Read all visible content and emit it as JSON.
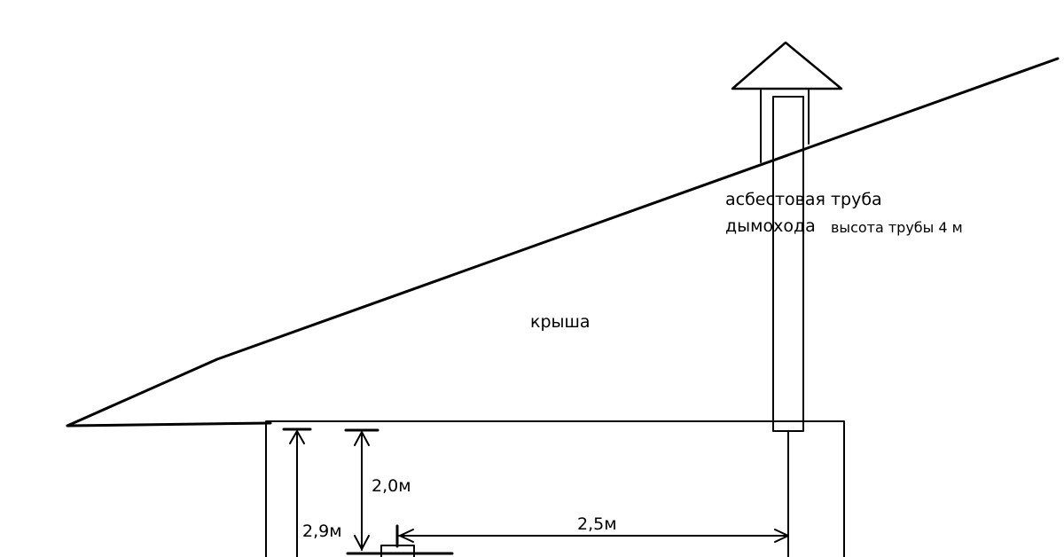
{
  "labels": {
    "pipe_line1": "асбестовая труба",
    "pipe_line2": "дымохода",
    "pipe_height": "высота трубы 4 м",
    "roof": "крыша",
    "dim_20": "2,0м",
    "dim_29": "2,9м",
    "dim_25": "2,5м"
  },
  "colors": {
    "ink": "#000000",
    "background": "#ffffff"
  }
}
